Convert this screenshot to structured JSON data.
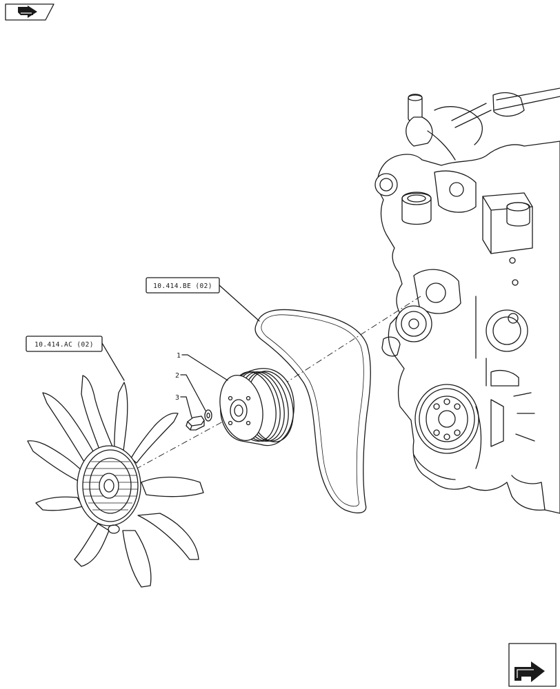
{
  "callouts": {
    "belt_ref": "10.414.BE (02)",
    "fan_ref": "10.414.AC (02)"
  },
  "items": [
    {
      "number": "1",
      "part": "pulley"
    },
    {
      "number": "2",
      "part": "washer"
    },
    {
      "number": "3",
      "part": "bolt"
    }
  ],
  "nav": {
    "prev_icon": "back-arrow-icon",
    "next_icon": "next-page-arrow-icon"
  }
}
